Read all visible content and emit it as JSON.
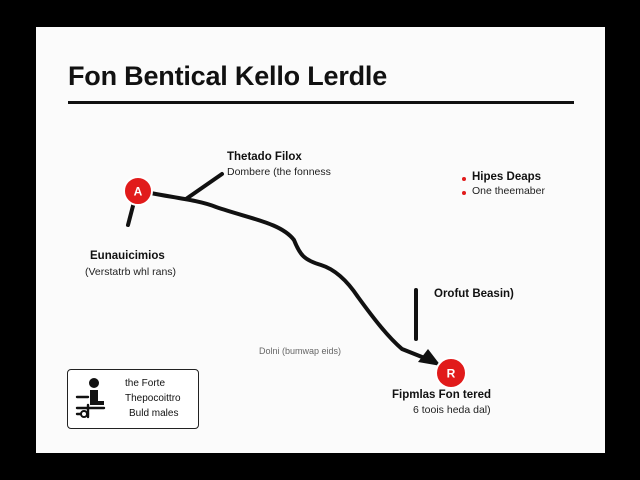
{
  "title": "Fon Bentical Kello Lerdle",
  "colors": {
    "accent": "#e11b1b",
    "line": "#111111",
    "background": "#fbfbfb",
    "frame": "#000000"
  },
  "nodes": {
    "start": {
      "letter": "A"
    },
    "end": {
      "letter": "R"
    }
  },
  "labels": {
    "branch": {
      "title": "Thetado Filox",
      "subtitle": "Dombere (the fonness"
    },
    "start_node": {
      "title": "Eunauicimios",
      "subtitle": "(Verstatrb whl rans)"
    },
    "legend": {
      "item1": "Hipes Deaps",
      "item2": "One theemaber"
    },
    "waypoint": {
      "title": "Orofut Beasin)"
    },
    "mid_path": {
      "text": "Dolni (bumwap eids)"
    },
    "end_node": {
      "title": "Fipmlas Fon tered",
      "subtitle": "6 toois heda dal)"
    }
  },
  "note": {
    "icon": "person-desk-icon",
    "line1": "the Forte",
    "line2": "Thepocoittro",
    "line3": "Buld males"
  }
}
